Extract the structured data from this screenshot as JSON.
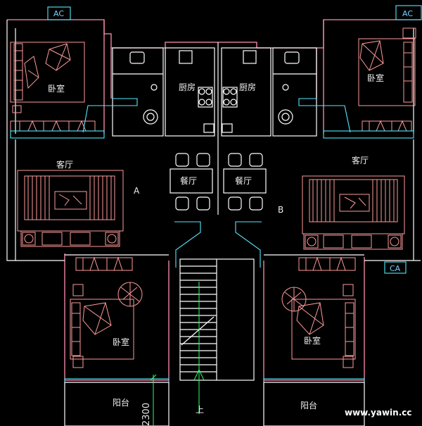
{
  "plan": {
    "labels": {
      "bedroom": "卧室",
      "kitchen": "厨房",
      "living": "客厅",
      "dining": "餐厅",
      "balcony": "阳台",
      "stairs_up": "上",
      "unit_a": "A",
      "unit_b": "B"
    },
    "tags": {
      "ac": "AC",
      "ac_right": "AC",
      "ca": "CA"
    },
    "dimension": "2300",
    "watermark": "www.yawin.cc"
  },
  "colors": {
    "background": "#000000",
    "wall": "#ff8fb0",
    "furniture": "#ff9a9a",
    "window": "#55e8ff",
    "axis": "#2cff6a",
    "text": "#f0f0f0"
  }
}
